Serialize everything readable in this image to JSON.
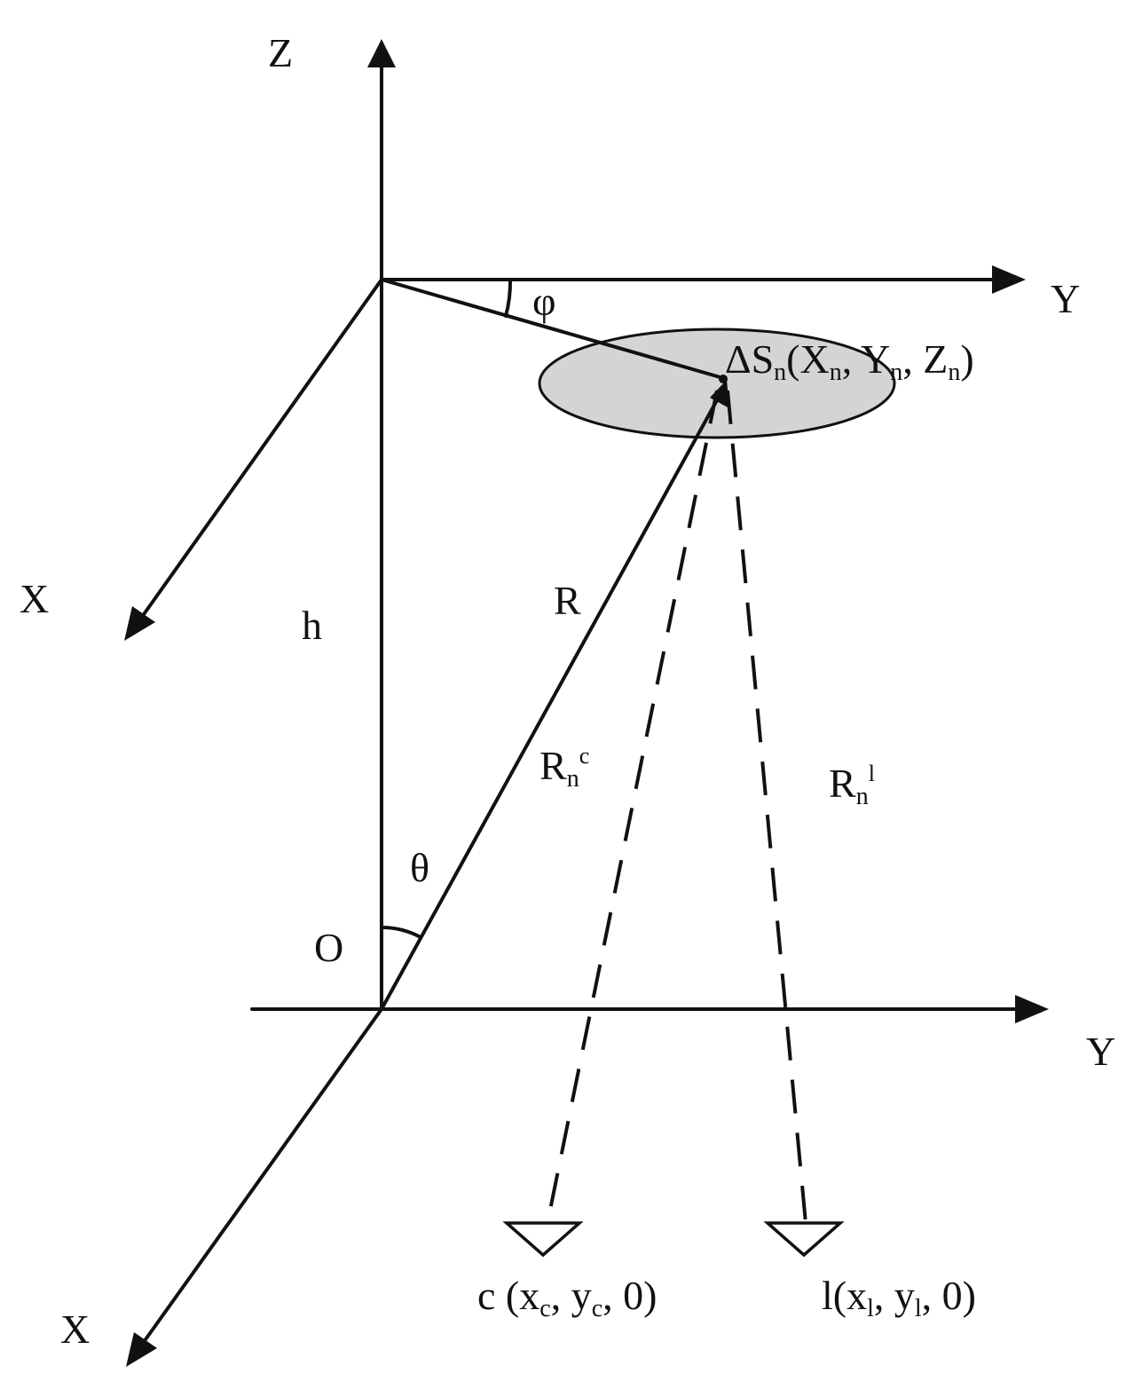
{
  "labels": {
    "z_axis": "Z",
    "y_axis_top": "Y",
    "x_axis_top": "X",
    "y_axis_ground": "Y",
    "x_axis_ground": "X",
    "height": "h",
    "range": "R",
    "origin": "O",
    "theta": "θ",
    "phi": "φ",
    "scatter_point": {
      "delta": "ΔS",
      "sub_n1": "n",
      "open": "(X",
      "sub_n2": "n",
      "y": ", Y",
      "sub_n3": "n",
      "z": ", Z",
      "sub_n4": "n",
      "close": ")"
    },
    "rnc": {
      "base": "R",
      "sub": "n",
      "sup": "c"
    },
    "rnl": {
      "base": "R",
      "sub": "n",
      "sup": "l"
    },
    "receiver_c": {
      "prefix": "c (x",
      "sub1": "c",
      "mid": ", y",
      "sub2": "c",
      "suffix": ", 0)"
    },
    "receiver_l": {
      "prefix": "l(x",
      "sub1": "l",
      "mid": ", y",
      "sub2": "l",
      "suffix": ", 0)"
    }
  },
  "colors": {
    "ink": "#111111",
    "ellipse_fill": "#d4d4d4"
  }
}
